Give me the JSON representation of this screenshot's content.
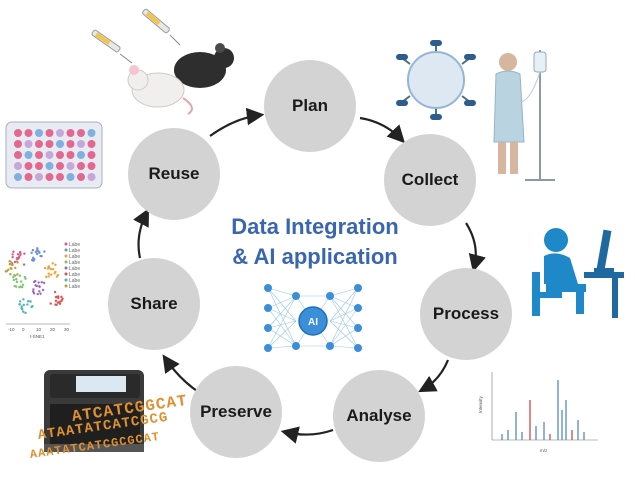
{
  "title_line1": "Data Integration",
  "title_line2": "& AI application",
  "cycle_steps": [
    "Plan",
    "Collect",
    "Process",
    "Analyse",
    "Preserve",
    "Share",
    "Reuse"
  ],
  "ai_label": "AI",
  "umap_legend": [
    "Label",
    "Label",
    "Label",
    "Label",
    "Label",
    "Label",
    "Label",
    "Label"
  ],
  "umap_xlabel": "t-SNE1",
  "umap_xticks": [
    "-10",
    "0",
    "10",
    "20",
    "30"
  ],
  "dna_line1": "ATCATCGGCAT",
  "dna_line2": "ATAATATCATCGCG",
  "dna_line3": "AAATATCATCGCGCAT",
  "spectrum_ylabel": "Intensity",
  "spectrum_xlabel": "m/z",
  "colors": {
    "node": "#d3d3d3",
    "title": "#3a66b0",
    "person": "#1e88c8",
    "network": "#3a8fd8"
  }
}
